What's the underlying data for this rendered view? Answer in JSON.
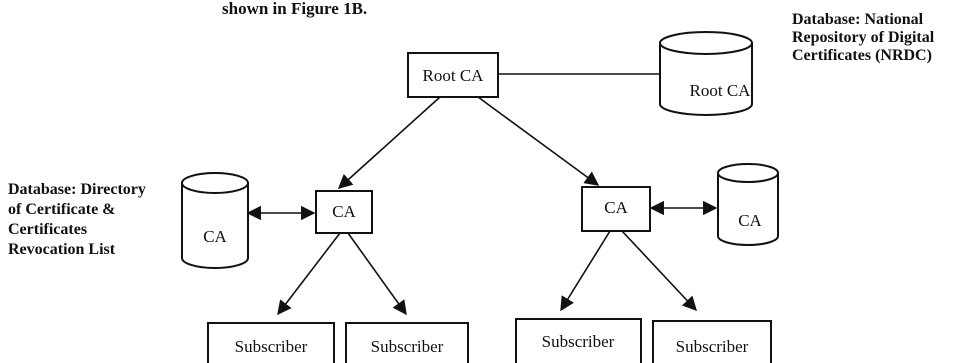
{
  "header_fragment": "shown in Figure 1B.",
  "root": {
    "label": "Root CA"
  },
  "root_db": {
    "label": "Root CA",
    "caption_lines": [
      "Database: National",
      "Repository of Digital",
      "Certificates (NRDC)"
    ]
  },
  "left_ca": {
    "label": "CA"
  },
  "left_db": {
    "label": "CA",
    "caption_lines": [
      "Database: Directory",
      "of Certificate &",
      "Certificates",
      "Revocation List"
    ]
  },
  "right_ca": {
    "label": "CA"
  },
  "right_db": {
    "label": "CA"
  },
  "subscribers": [
    {
      "label": "Subscriber"
    },
    {
      "label": "Subscriber"
    },
    {
      "label": "Subscriber"
    },
    {
      "label": "Subscriber"
    }
  ]
}
